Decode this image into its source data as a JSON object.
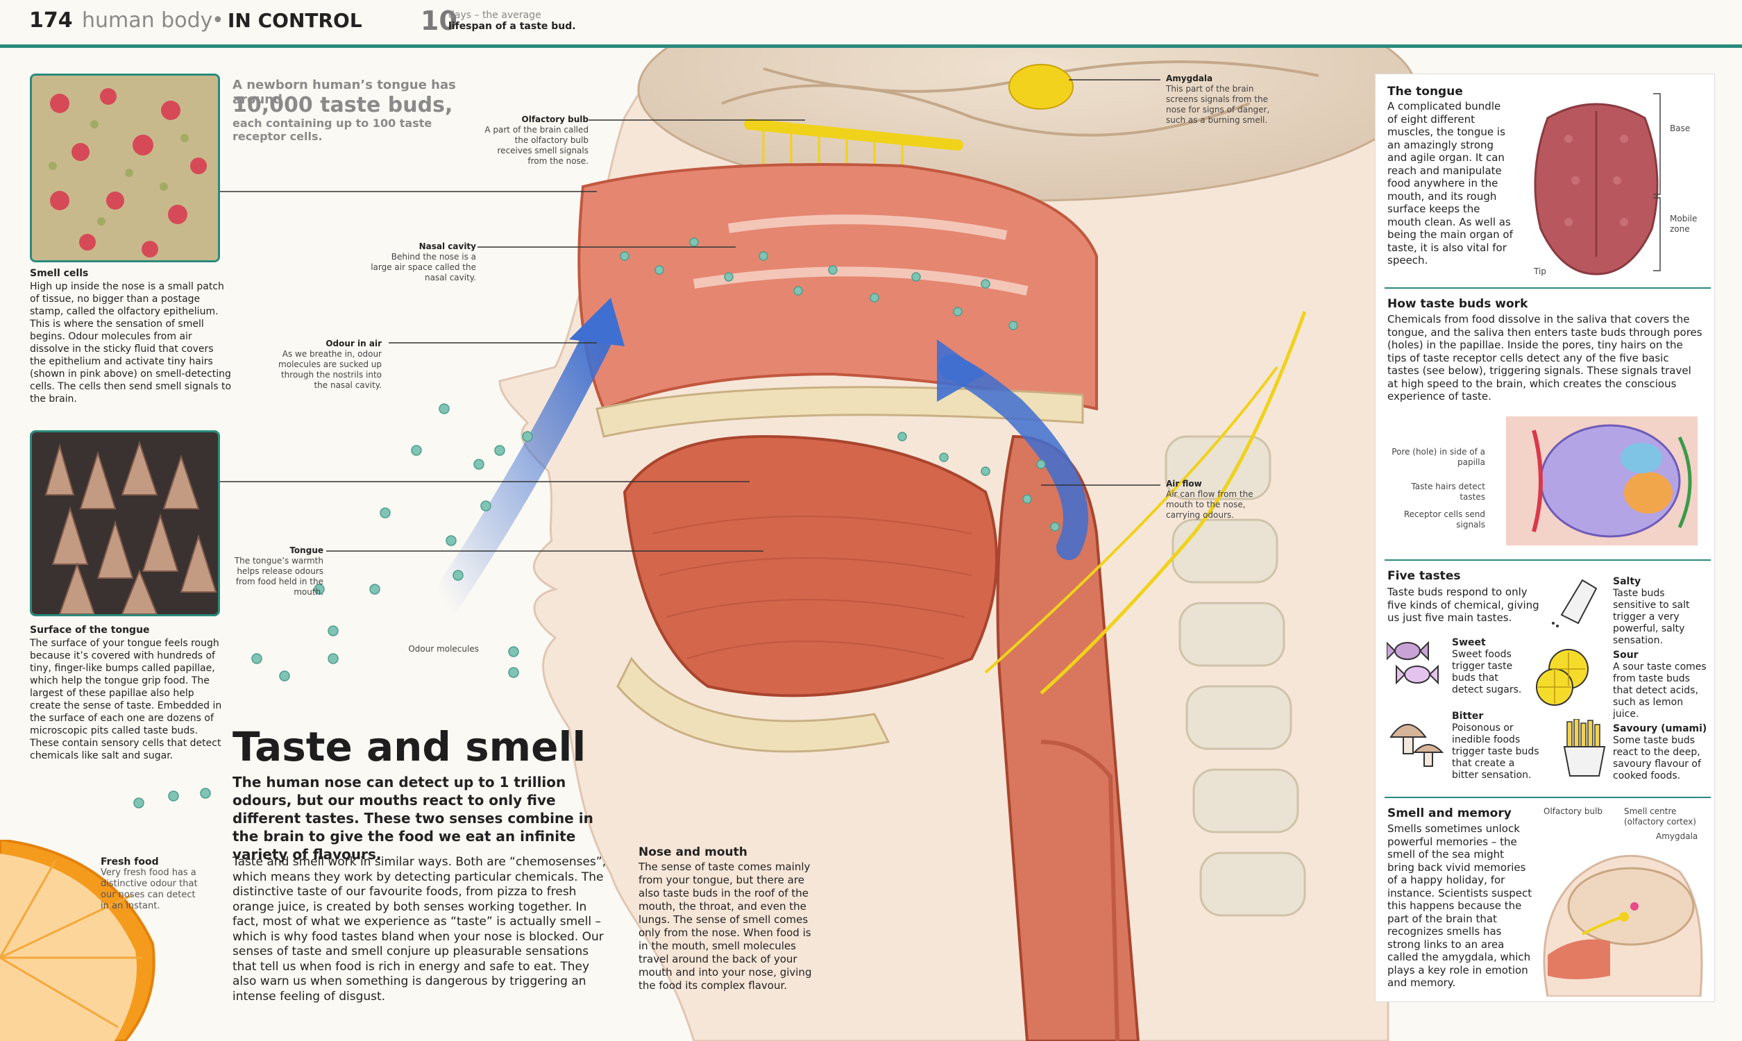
{
  "header": {
    "page_number": "174",
    "section": "human body",
    "subsection": "IN CONTROL",
    "fact_number": "10",
    "fact_line1": "days – the average",
    "fact_line2": "lifespan of a taste bud."
  },
  "newborn_fact": {
    "line1": "A newborn human’s tongue has around",
    "big": "10,000 taste buds,",
    "line2": "each containing up to 100 taste receptor cells."
  },
  "smell_cells": {
    "heading": "Smell cells",
    "text": "High up inside the nose is a small patch of tissue, no bigger than a postage stamp, called the olfactory epithelium. This is where the sensation of smell begins. Odour molecules from air dissolve in the sticky fluid that covers the epithelium and activate tiny hairs (shown in pink above) on smell-detecting cells. The cells then send smell signals to the brain."
  },
  "surface_tongue": {
    "heading": "Surface of the tongue",
    "text": "The surface of your tongue feels rough because it’s covered with hundreds of tiny, finger-like bumps called papillae, which help the tongue grip food. The largest of these papillae also help create the sense of taste. Embedded in the surface of each one are dozens of microscopic pits called taste buds. These contain sensory cells that detect chemicals like salt and sugar."
  },
  "fresh_food": {
    "heading": "Fresh food",
    "text": "Very fresh food has a distinctive odour that our noses can detect in an instant."
  },
  "labels": {
    "olfactory_bulb": {
      "heading": "Olfactory bulb",
      "text": "A part of the brain called the olfactory bulb receives smell signals from the nose."
    },
    "nasal_cavity": {
      "heading": "Nasal cavity",
      "text": "Behind the nose is a large air space called the nasal cavity."
    },
    "odour_in_air": {
      "heading": "Odour in air",
      "text": "As we breathe in, odour molecules are sucked up through the nostrils into the nasal cavity."
    },
    "tongue": {
      "heading": "Tongue",
      "text": "The tongue’s warmth helps release odours from food held in the mouth."
    },
    "odour_molecules": {
      "heading": "Odour molecules"
    },
    "amygdala": {
      "heading": "Amygdala",
      "text": "This part of the brain screens signals from the nose for signs of danger, such as a burning smell."
    },
    "air_flow": {
      "heading": "Air flow",
      "text": "Air can flow from the mouth to the nose, carrying odours."
    }
  },
  "main": {
    "title": "Taste and smell",
    "intro": "The human nose can detect up to 1 trillion odours, but our mouths react to only five different tastes. These two senses combine in the brain to give the food we eat an infinite variety of flavours.",
    "body": "Taste and smell work in similar ways. Both are “chemosenses”, which means they work by detecting particular chemicals. The distinctive taste of our favourite foods, from pizza to fresh orange juice, is created by both senses working together. In fact, most of what we experience as “taste” is actually smell – which is why food tastes bland when your nose is blocked. Our senses of taste and smell conjure up pleasurable sensations that tell us when food is rich in energy and safe to eat. They also warn us when something is dangerous by triggering an intense feeling of disgust."
  },
  "nose_mouth": {
    "heading": "Nose and mouth",
    "text": "The sense of taste comes mainly from your tongue, but there are also taste buds in the roof of the mouth, the throat, and even the lungs. The sense of smell comes only from the nose. When food is in the mouth, smell molecules travel around the back of your mouth and into your nose, giving the food its complex flavour."
  },
  "panel": {
    "tongue": {
      "heading": "The tongue",
      "text": "A complicated bundle of eight different muscles, the tongue is an amazingly strong and agile organ. It can reach and manipulate food anywhere in the mouth, and its rough surface keeps the mouth clean. As well as being the main organ of taste, it is also vital for speech.",
      "label_base": "Base",
      "label_mobile": "Mobile zone",
      "label_tip": "Tip"
    },
    "taste_buds": {
      "heading": "How taste buds work",
      "text": "Chemicals from food dissolve in the saliva that covers the tongue, and the saliva then enters taste buds through pores (holes) in the papillae. Inside the pores, tiny hairs on the tips of taste receptor cells detect any of the five basic tastes (see below), triggering signals. These signals travel at high speed to the brain, which creates the conscious experience of taste.",
      "label_pore": "Pore (hole) in side of a papilla",
      "label_hairs": "Taste hairs detect tastes",
      "label_cells": "Receptor cells send signals"
    },
    "five_tastes": {
      "heading": "Five tastes",
      "text": "Taste buds respond to only five kinds of chemical, giving us just five main tastes.",
      "items": [
        {
          "name": "Sweet",
          "text": "Sweet foods trigger taste buds that detect sugars."
        },
        {
          "name": "Bitter",
          "text": "Poisonous or inedible foods trigger taste buds that create a bitter sensation."
        },
        {
          "name": "Salty",
          "text": "Taste buds sensitive to salt trigger a very powerful, salty sensation."
        },
        {
          "name": "Sour",
          "text": "A sour taste comes from taste buds that detect acids, such as lemon juice."
        },
        {
          "name": "Savoury (umami)",
          "text": "Some taste buds react to the deep, savoury flavour of cooked foods."
        }
      ]
    },
    "memory": {
      "heading": "Smell and memory",
      "text": "Smells sometimes unlock powerful memories – the smell of the sea might bring back vivid memories of a happy holiday, for instance. Scientists suspect this happens because the part of the brain that recognizes smells has strong links to an area called the amygdala, which plays a key role in emotion and memory.",
      "label_bulb": "Olfactory bulb",
      "label_centre": "Smell centre (olfactory cortex)",
      "label_amygdala": "Amygdala"
    }
  },
  "colors": {
    "accent": "#2a8a7c",
    "flesh": "#d9674e",
    "nerve": "#f0d21a",
    "airflow": "#3f6fd0",
    "molecule": "#7fc4b4"
  }
}
